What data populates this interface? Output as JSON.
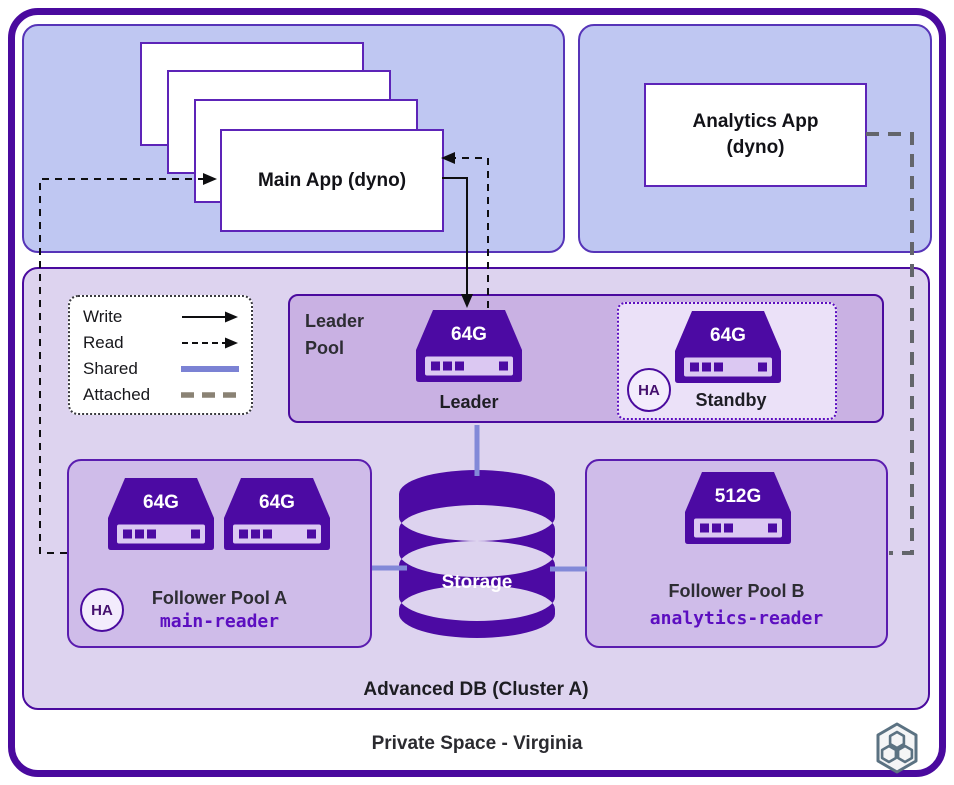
{
  "space": {
    "title": "Private Space - Virginia",
    "icon": "private-space-hexagon-icon"
  },
  "apps": {
    "main": {
      "card_label": "Main App (dyno)"
    },
    "analytics": {
      "label_line1": "Analytics App",
      "label_line2": "(dyno)"
    }
  },
  "legend": {
    "write": "Write",
    "read": "Read",
    "shared": "Shared",
    "attached": "Attached"
  },
  "cluster": {
    "title": "Advanced DB (Cluster A)",
    "leader_pool": {
      "label_line1": "Leader",
      "label_line2": "Pool",
      "leader": {
        "size": "64G",
        "caption": "Leader"
      },
      "standby": {
        "size": "64G",
        "caption": "Standby",
        "ha_badge": "HA"
      }
    },
    "follower_pool_a": {
      "title": "Follower Pool A",
      "db_name": "main-reader",
      "ha_badge": "HA",
      "server1_size": "64G",
      "server2_size": "64G"
    },
    "follower_pool_b": {
      "title": "Follower Pool B",
      "db_name": "analytics-reader",
      "server_size": "512G"
    },
    "storage": {
      "label": "Storage"
    }
  },
  "colors": {
    "frame_border": "#4a0a9e",
    "deep_purple": "#4c0aa3",
    "app_region_fill": "#bfc7f2",
    "cluster_fill": "#ddd3ef",
    "leader_pool_fill": "#c9b1e3",
    "follower_pool_fill": "#cfbce9",
    "standby_fill": "#ebe1f8",
    "shared_line": "#8289d8",
    "attached_line": "#63656b",
    "legend_attached_swatch": "#8a8274",
    "db_name_text": "#5c0ec0",
    "space_icon": "#5b7282"
  }
}
